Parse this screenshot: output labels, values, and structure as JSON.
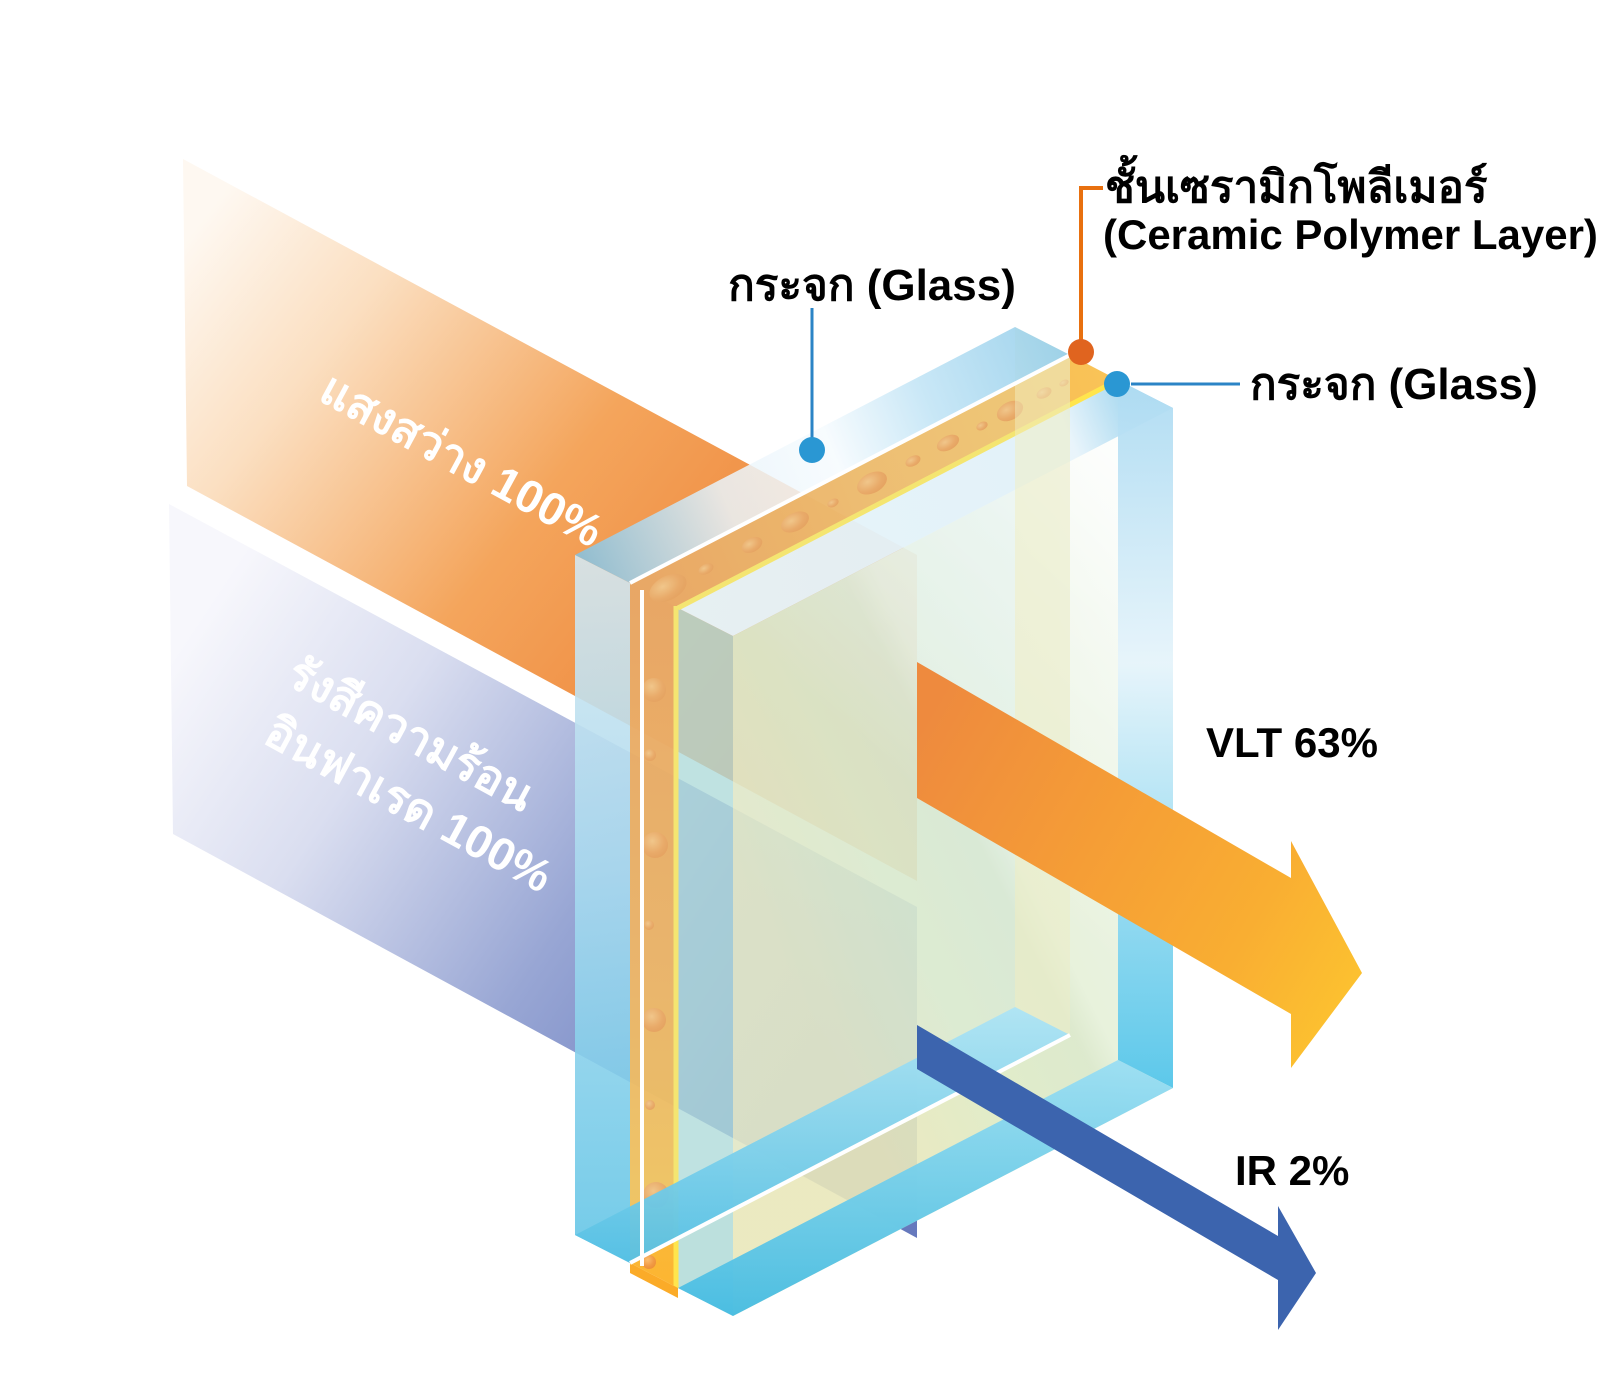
{
  "diagram": {
    "glass_label_front": "กระจก (Glass)",
    "glass_label_back": "กระจก (Glass)",
    "ceramic_label_thai": "ชั้นเซรามิกโพลีเมอร์",
    "ceramic_label_english": "(Ceramic Polymer Layer)",
    "input_light_label": "แสงสว่าง 100%",
    "input_ir_label_line1": "รังสีความร้อน",
    "input_ir_label_line2": "อินฟาเรด 100%",
    "output_vlt_label": "VLT 63%",
    "output_ir_label": "IR 2%",
    "values": {
      "light_in_percent": 100,
      "infrared_in_percent": 100,
      "vlt_out_percent": 63,
      "ir_out_percent": 2
    },
    "colors": {
      "light_beam_orange": "#ee8136",
      "ir_beam_blue": "#6679bd",
      "vlt_arrow_yellow": "#fcc230",
      "ir_arrow_blue": "#3c64ae",
      "glass_edge_blue": "#8ecbe9",
      "ceramic_yellow": "#f7b04a",
      "marker_dot_blue": "#2a97d3",
      "marker_dot_orange": "#e0641f"
    }
  }
}
